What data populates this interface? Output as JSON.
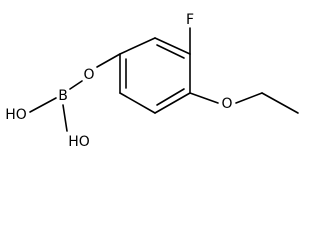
{
  "molecule": {
    "atoms": {
      "fluorine": "F",
      "ether_oxygen": "O",
      "linker_oxygen": "O",
      "boron": "B",
      "hydroxyl_top": "HO",
      "hydroxyl_bottom": "HO"
    }
  }
}
